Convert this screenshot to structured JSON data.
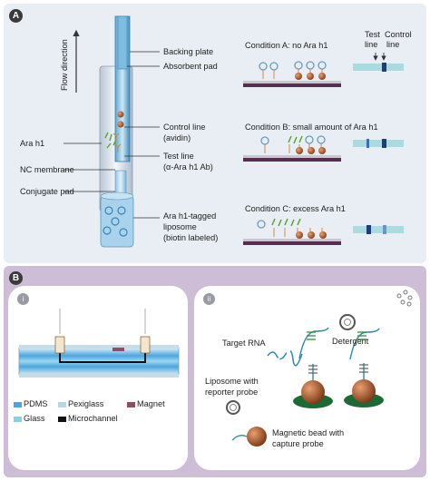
{
  "panel_a": {
    "badge": "A",
    "flow_direction": "Flow direction",
    "labels": {
      "backing_plate": "Backing plate",
      "absorbent_pad": "Absorbent pad",
      "control_line": "Control line",
      "control_line_sub": "(avidin)",
      "test_line": "Test line",
      "test_line_sub": "(α-Ara h1 Ab)",
      "ara_h1": "Ara h1",
      "nc_membrane": "NC membrane",
      "conjugate_pad": "Conjugate pad",
      "liposome_1": "Ara h1-tagged",
      "liposome_2": "liposome",
      "liposome_3": "(biotin labeled)"
    },
    "strip_header": {
      "test": "Test",
      "line1": "line",
      "control": "Control",
      "line2": "line"
    },
    "conditions": [
      "Condition A: no Ara h1",
      "Condition B: small amount of Ara h1",
      "Condition C: excess Ara h1"
    ]
  },
  "panel_b": {
    "badge": "B",
    "sub_i": {
      "badge": "i",
      "legend": [
        {
          "label": "PDMS",
          "color": "#4aa6e0"
        },
        {
          "label": "Pexiglass",
          "color": "#b9d6e4"
        },
        {
          "label": "Magnet",
          "color": "#8c4f63"
        },
        {
          "label": "Glass",
          "color": "#8ad0e8"
        },
        {
          "label": "Microchannel",
          "color": "#111111"
        }
      ]
    },
    "sub_ii": {
      "badge": "ii",
      "target_rna": "Target RNA",
      "detergent": "Detergent",
      "liposome_1": "Liposome with",
      "liposome_2": "reporter probe",
      "bead_1": "Magnetic bead with",
      "bead_2": "capture probe"
    }
  },
  "colors": {
    "panel_a_bg": "#e8eef3",
    "panel_b_bg": "#cdbdd6",
    "accent_blue": "#2a8bc6",
    "bead_brown": "#a0522d",
    "green": "#2e8b3a"
  }
}
